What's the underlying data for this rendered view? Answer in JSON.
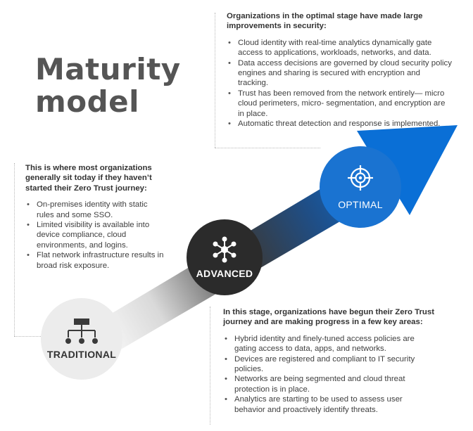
{
  "title": {
    "line1": "Maturity",
    "line2": "model"
  },
  "stages": {
    "traditional": {
      "label": "TRADITIONAL",
      "icon": "hierarchy-icon",
      "heading": "This is where most organizations generally sit today if they haven’t started their Zero Trust journey:",
      "bullets": [
        "On-premises identity with static rules and some SSO.",
        "Limited visibility is available into device compliance, cloud environments, and logins.",
        "Flat network infrastructure results in broad risk exposure."
      ]
    },
    "advanced": {
      "label": "ADVANCED",
      "icon": "network-hub-icon",
      "heading": "In this stage, organizations have begun their Zero Trust journey and are making progress in a few key areas:",
      "bullets": [
        "Hybrid identity and finely-tuned access policies are gating access to data, apps, and networks.",
        "Devices are registered and compliant to IT security policies.",
        "Networks are being segmented and cloud threat protection is in place.",
        "Analytics are starting to be used to assess user behavior and proactively identify threats."
      ]
    },
    "optimal": {
      "label": "OPTIMAL",
      "icon": "target-icon",
      "heading": "Organizations in the optimal stage have made large improvements in security:",
      "bullets": [
        "Cloud identity with real-time analytics dynamically gate access to applications, workloads, networks, and data.",
        "Data access decisions are governed by cloud security policy engines and sharing is secured with encryption and tracking.",
        "Trust has been removed from the network entirely— micro cloud perimeters, micro- segmentation, and encryption are in place.",
        "Automatic threat detection and response is implemented."
      ]
    }
  },
  "colors": {
    "optimal": "#1a73d1",
    "advanced": "#2b2b2b",
    "traditional": "#ececec",
    "arrow_start": "#ffffff",
    "arrow_mid": "#3a3a3a",
    "arrow_end": "#0a6fd6"
  }
}
